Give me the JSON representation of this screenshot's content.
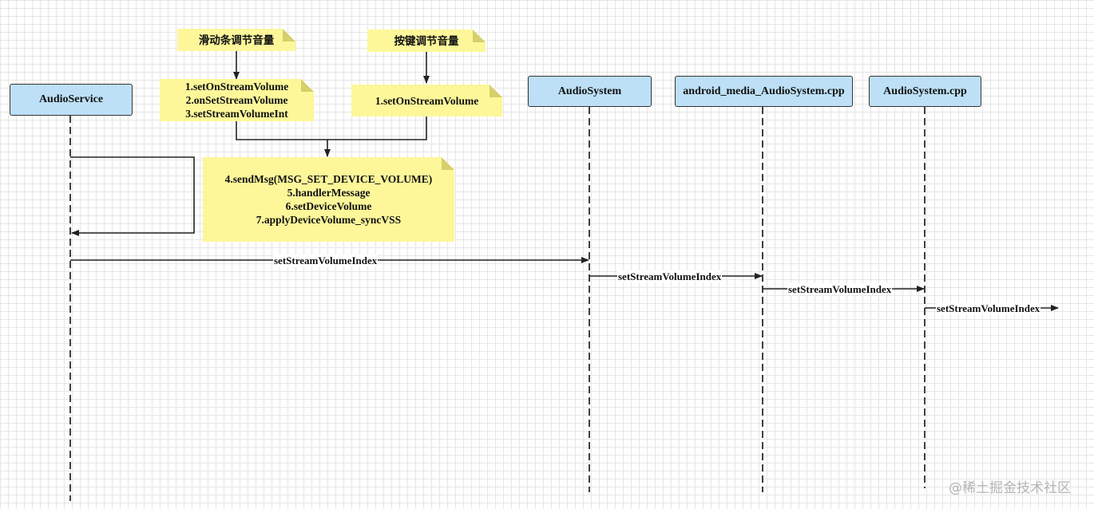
{
  "participants": {
    "audio_service": "AudioService",
    "audio_system": "AudioSystem",
    "android_media_cpp": "android_media_AudioSystem.cpp",
    "audio_system_cpp": "AudioSystem.cpp"
  },
  "notes": {
    "slider_title": "滑动条调节音量",
    "key_title": "按键调节音量",
    "slider_steps": [
      "1.setOnStreamVolume",
      "2.onSetStreamVolume",
      "3.setStreamVolumeInt"
    ],
    "key_steps": [
      "1.setOnStreamVolume"
    ],
    "merge_steps": [
      "4.sendMsg(MSG_SET_DEVICE_VOLUME)",
      "5.handlerMessage",
      "6.setDeviceVolume",
      "7.applyDeviceVolume_syncVSS"
    ]
  },
  "messages": {
    "m1": "setStreamVolumeIndex",
    "m2": "setStreamVolumeIndex",
    "m3": "setStreamVolumeIndex",
    "m4": "setStreamVolumeIndex"
  },
  "watermark": "@稀土掘金技术社区"
}
